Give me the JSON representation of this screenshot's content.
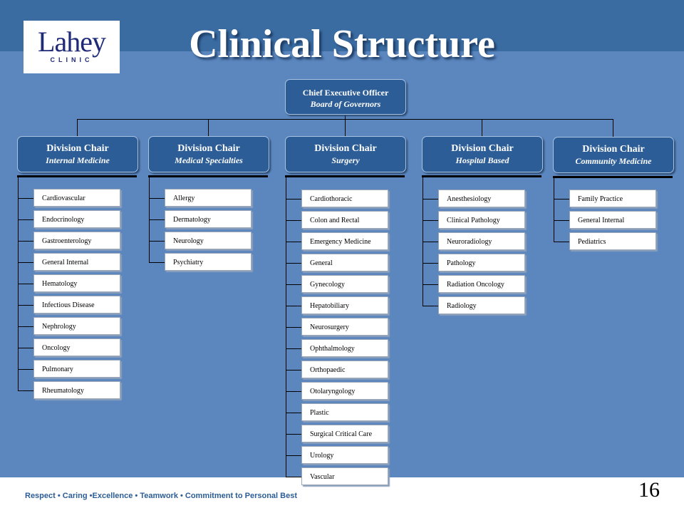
{
  "logo": {
    "word": "Lahey",
    "sub": "CLINIC"
  },
  "title": "Clinical Structure",
  "ceo": {
    "line1": "Chief Executive Officer",
    "line2": "Board of Governors"
  },
  "divisions": [
    {
      "title": "Division Chair",
      "subtitle": "Internal Medicine",
      "departments": [
        "Cardiovascular",
        "Endocrinology",
        "Gastroenterology",
        "General Internal",
        "Hematology",
        "Infectious Disease",
        "Nephrology",
        "Oncology",
        "Pulmonary",
        "Rheumatology"
      ]
    },
    {
      "title": "Division Chair",
      "subtitle": "Medical Specialties",
      "departments": [
        "Allergy",
        "Dermatology",
        "Neurology",
        "Psychiatry"
      ]
    },
    {
      "title": "Division Chair",
      "subtitle": "Surgery",
      "departments": [
        "Cardiothoracic",
        "Colon and Rectal",
        "Emergency Medicine",
        "General",
        "Gynecology",
        "Hepatobiliary",
        "Neurosurgery",
        "Ophthalmology",
        "Orthopaedic",
        "Otolaryngology",
        "Plastic",
        "Surgical Critical Care",
        "Urology",
        "Vascular"
      ]
    },
    {
      "title": "Division Chair",
      "subtitle": "Hospital Based",
      "departments": [
        "Anesthesiology",
        "Clinical Pathology",
        "Neuroradiology",
        "Pathology",
        "Radiation Oncology",
        "Radiology"
      ]
    },
    {
      "title": "Division Chair",
      "subtitle": "Community Medicine",
      "departments": [
        "Family Practice",
        "General Internal",
        "Pediatrics"
      ]
    }
  ],
  "footer": "Respect • Caring •Excellence • Teamwork • Commitment to Personal Best",
  "page_number": "16",
  "colors": {
    "background": "#5b86be",
    "header_band": "#3a6ca2",
    "node_fill": "#2c5d96",
    "footer_text": "#2c5d96",
    "logo_text": "#1f2a78"
  }
}
